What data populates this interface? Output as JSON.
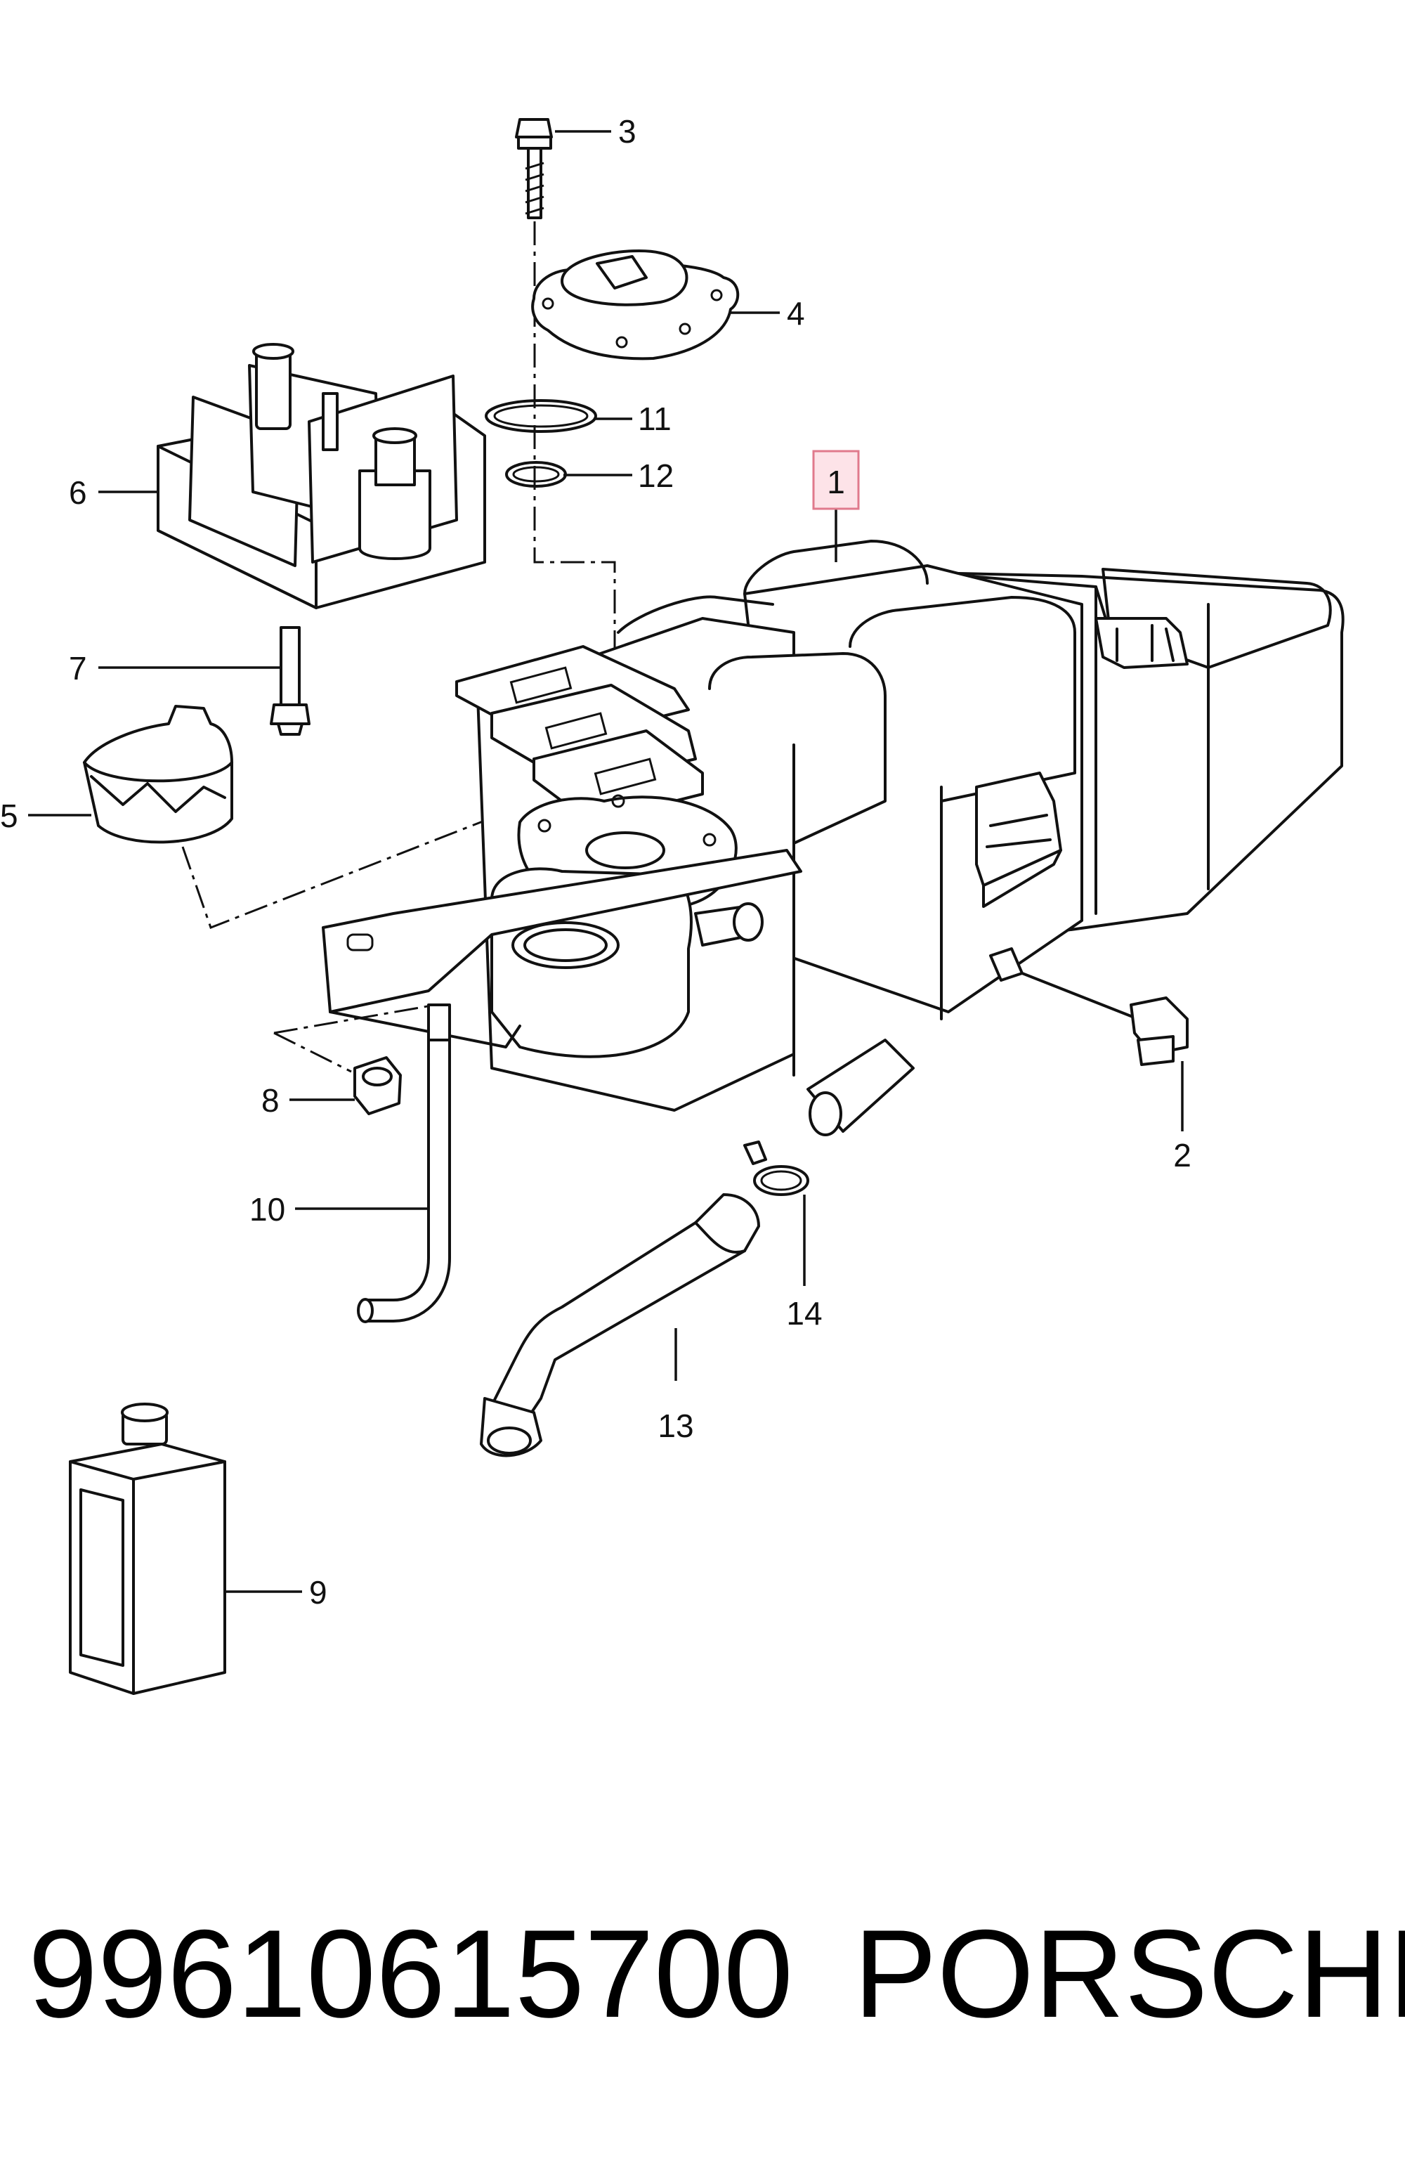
{
  "callouts": {
    "c1": "1",
    "c2": "2",
    "c3": "3",
    "c4": "4",
    "c5": "5",
    "c6": "6",
    "c7": "7",
    "c8": "8",
    "c9": "9",
    "c10": "10",
    "c11": "11",
    "c12": "12",
    "c13": "13",
    "c14": "14"
  },
  "highlight": {
    "callout": "1",
    "fill": "#fde3e8",
    "stroke": "#e07a8c"
  },
  "footer": {
    "part_number": "99610615700",
    "brand": "PORSCHE"
  }
}
